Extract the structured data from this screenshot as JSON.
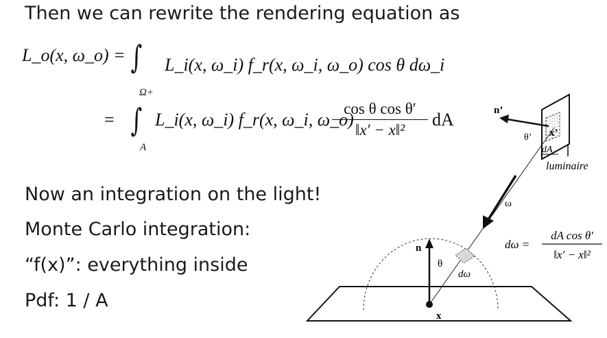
{
  "heading": "Then we can rewrite the rendering equation as",
  "equation": {
    "lhs": "L_o(x, ω_o) =",
    "line1_domain": "Ω+",
    "line1_body": "L_i(x, ω_i) f_r(x, ω_i, ω_o) cos θ dω_i",
    "line2_eq": "=",
    "line2_domain": "A",
    "line2_body": "L_i(x, ω_i) f_r(x, ω_i, ω_o)",
    "line2_numerator": "cos θ cos θ′",
    "line2_denominator": "‖x′ − x‖²",
    "line2_tail": "dA"
  },
  "bullets": [
    "Now an integration on the light!",
    "Monte Carlo integration:",
    "“f(x)”: everything inside",
    "Pdf: 1 / A"
  ],
  "diagram": {
    "label_n_prime": "n’",
    "label_theta_prime": "θ’",
    "label_x_prime": "x’",
    "label_dA": "dA",
    "label_luminaire": "luminaire",
    "label_omega": "ω",
    "label_n": "n",
    "label_theta": "θ",
    "label_domega": "dω",
    "label_x": "x",
    "formula_lhs": "dω =",
    "formula_numerator": "dA cos θ′",
    "formula_denominator": "‖x′ − x‖²"
  }
}
